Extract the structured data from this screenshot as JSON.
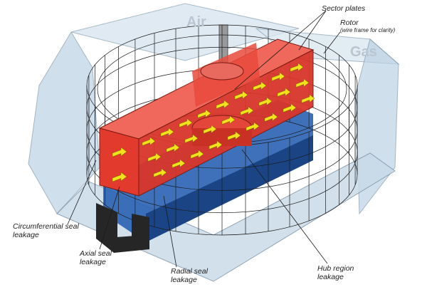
{
  "labels": {
    "air": "Air",
    "gas": "Gas",
    "sector_plates": "Sector plates",
    "rotor": "Rotor",
    "rotor_note": "(wire frame for clarity)",
    "circumferential_line1": "Circumferential seal",
    "circumferential_line2": "leakage",
    "axial_line1": "Axial seal",
    "axial_line2": "leakage",
    "radial_line1": "Radial seal",
    "radial_line2": "leakage",
    "hub_line1": "Hub region",
    "hub_line2": "leakage"
  },
  "colors": {
    "housing": "#c6d9e8",
    "housing_edge": "#7f97ab",
    "duct_blue": "#2a62b4",
    "sector_red": "#e23b2e",
    "arrow_yellow": "#f2e21c",
    "wireframe": "#1b1b1b",
    "support": "#262626"
  }
}
